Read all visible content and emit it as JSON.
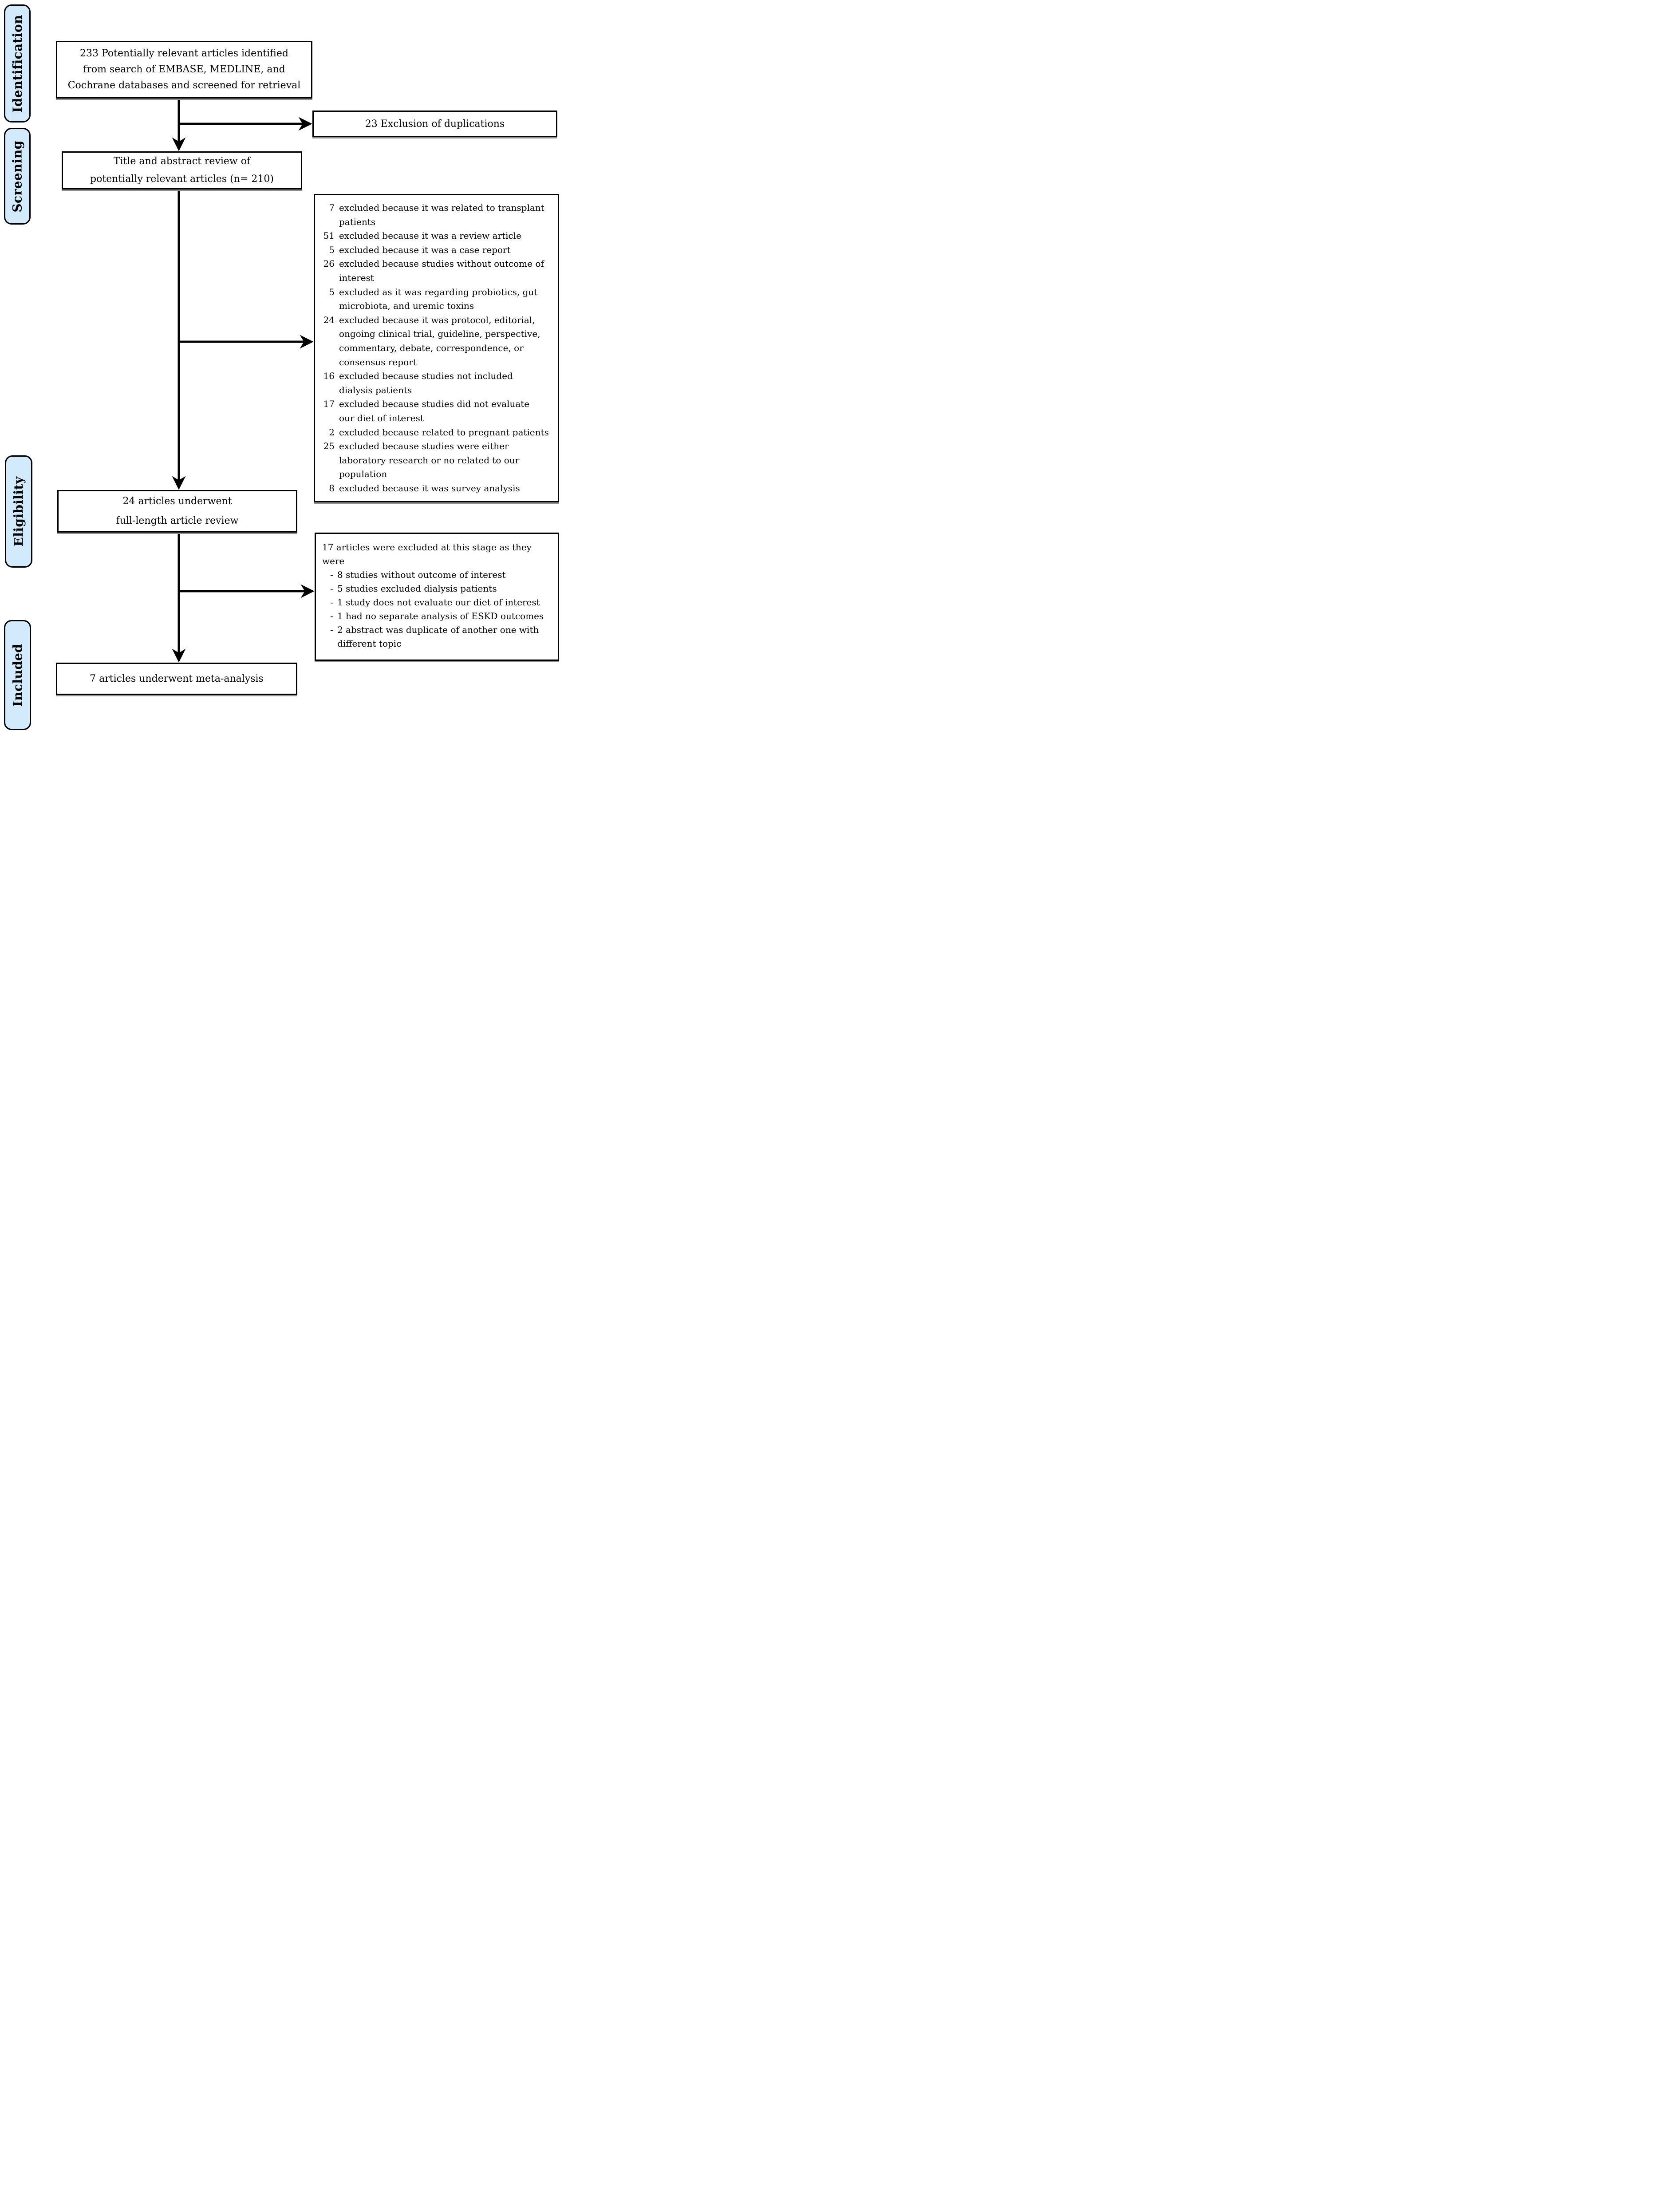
{
  "colors": {
    "stage_fill": "#d3eafc",
    "line": "#000000"
  },
  "stages": {
    "identification": "Identification",
    "screening": "Screening",
    "eligibility": "Eligibility",
    "included": "Included"
  },
  "nodes": {
    "identified": "233 Potentially relevant articles identified\nfrom search of EMBASE, MEDLINE, and\nCochrane databases and screened for retrieval",
    "duplications": "23 Exclusion of duplications",
    "title_abstract": "Title and abstract review of\npotentially relevant articles (n= 210)",
    "full_length": "24 articles underwent\nfull-length article review",
    "meta_analysis": "7 articles underwent meta-analysis"
  },
  "screening_exclusions": {
    "items": [
      {
        "count": "7",
        "reason": "excluded because it was related to transplant\npatients"
      },
      {
        "count": "51",
        "reason": "excluded because it was a review article"
      },
      {
        "count": "5",
        "reason": "excluded because it was a case report"
      },
      {
        "count": "26",
        "reason": "excluded because studies without outcome of\ninterest"
      },
      {
        "count": "5",
        "reason": "excluded as it was regarding probiotics, gut\nmicrobiota, and uremic toxins"
      },
      {
        "count": "24",
        "reason": "excluded because it was protocol, editorial,\nongoing clinical trial, guideline, perspective,\ncommentary, debate, correspondence, or\nconsensus report"
      },
      {
        "count": "16",
        "reason": "excluded because studies not included\ndialysis patients"
      },
      {
        "count": "17",
        "reason": "excluded because studies did not evaluate\nour diet of interest"
      },
      {
        "count": "2",
        "reason": "excluded because related to pregnant patients"
      },
      {
        "count": "25",
        "reason": "excluded because studies were either\nlaboratory research or no related to our\npopulation"
      },
      {
        "count": "8",
        "reason": "excluded because it was survey analysis"
      }
    ]
  },
  "fulltext_exclusions": {
    "intro": "17 articles were excluded at this stage as they\nwere",
    "items": [
      {
        "bullet": "-",
        "text": "8 studies without outcome of interest"
      },
      {
        "bullet": "-",
        "text": "5 studies excluded dialysis patients"
      },
      {
        "bullet": "-",
        "text": "1 study does not evaluate our diet of interest"
      },
      {
        "bullet": "-",
        "text": "1 had no separate analysis of ESKD outcomes"
      },
      {
        "bullet": "-",
        "text": "2 abstract was duplicate of another one with\ndifferent topic"
      }
    ]
  }
}
